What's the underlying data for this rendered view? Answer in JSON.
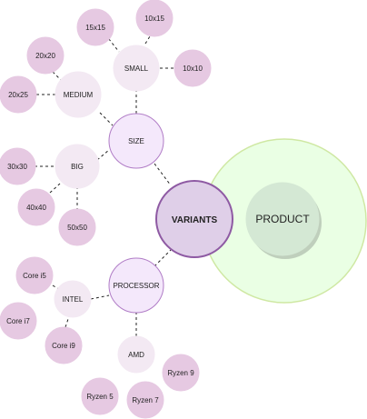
{
  "colors": {
    "leaf_fill": "#e6c9e2",
    "category_fill": "#f3e9f3",
    "primary_fill": "#f4e8fb",
    "primary_stroke": "#b07cc6",
    "variants_fill": "#dfcfe8",
    "variants_stroke": "#8e5aa3",
    "product_ring_fill": "#eaffe4",
    "product_ring_stroke": "#cfe8a3",
    "product_fill": "#d4e8d4",
    "edge": "#222222"
  },
  "nodes": {
    "product": {
      "label": "PRODUCT"
    },
    "variants": {
      "label": "VARIANTS"
    },
    "size": {
      "label": "SIZE"
    },
    "processor": {
      "label": "PROCESSOR"
    },
    "small": {
      "label": "SMALL"
    },
    "medium": {
      "label": "MEDIUM"
    },
    "big": {
      "label": "BIG"
    },
    "intel": {
      "label": "INTEL"
    },
    "amd": {
      "label": "AMD"
    },
    "s_15x15": {
      "label": "15x15"
    },
    "s_10x15": {
      "label": "10x15"
    },
    "s_10x10": {
      "label": "10x10"
    },
    "m_20x20": {
      "label": "20x20"
    },
    "m_20x25": {
      "label": "20x25"
    },
    "b_30x30": {
      "label": "30x30"
    },
    "b_40x40": {
      "label": "40x40"
    },
    "b_50x50": {
      "label": "50x50"
    },
    "i_core_i5": {
      "label": "Core i5"
    },
    "i_core_i7": {
      "label": "Core i7"
    },
    "i_core_i9": {
      "label": "Core i9"
    },
    "a_ryzen_5": {
      "label": "Ryzen 5"
    },
    "a_ryzen_7": {
      "label": "Ryzen 7"
    },
    "a_ryzen_9": {
      "label": "Ryzen 9"
    }
  }
}
